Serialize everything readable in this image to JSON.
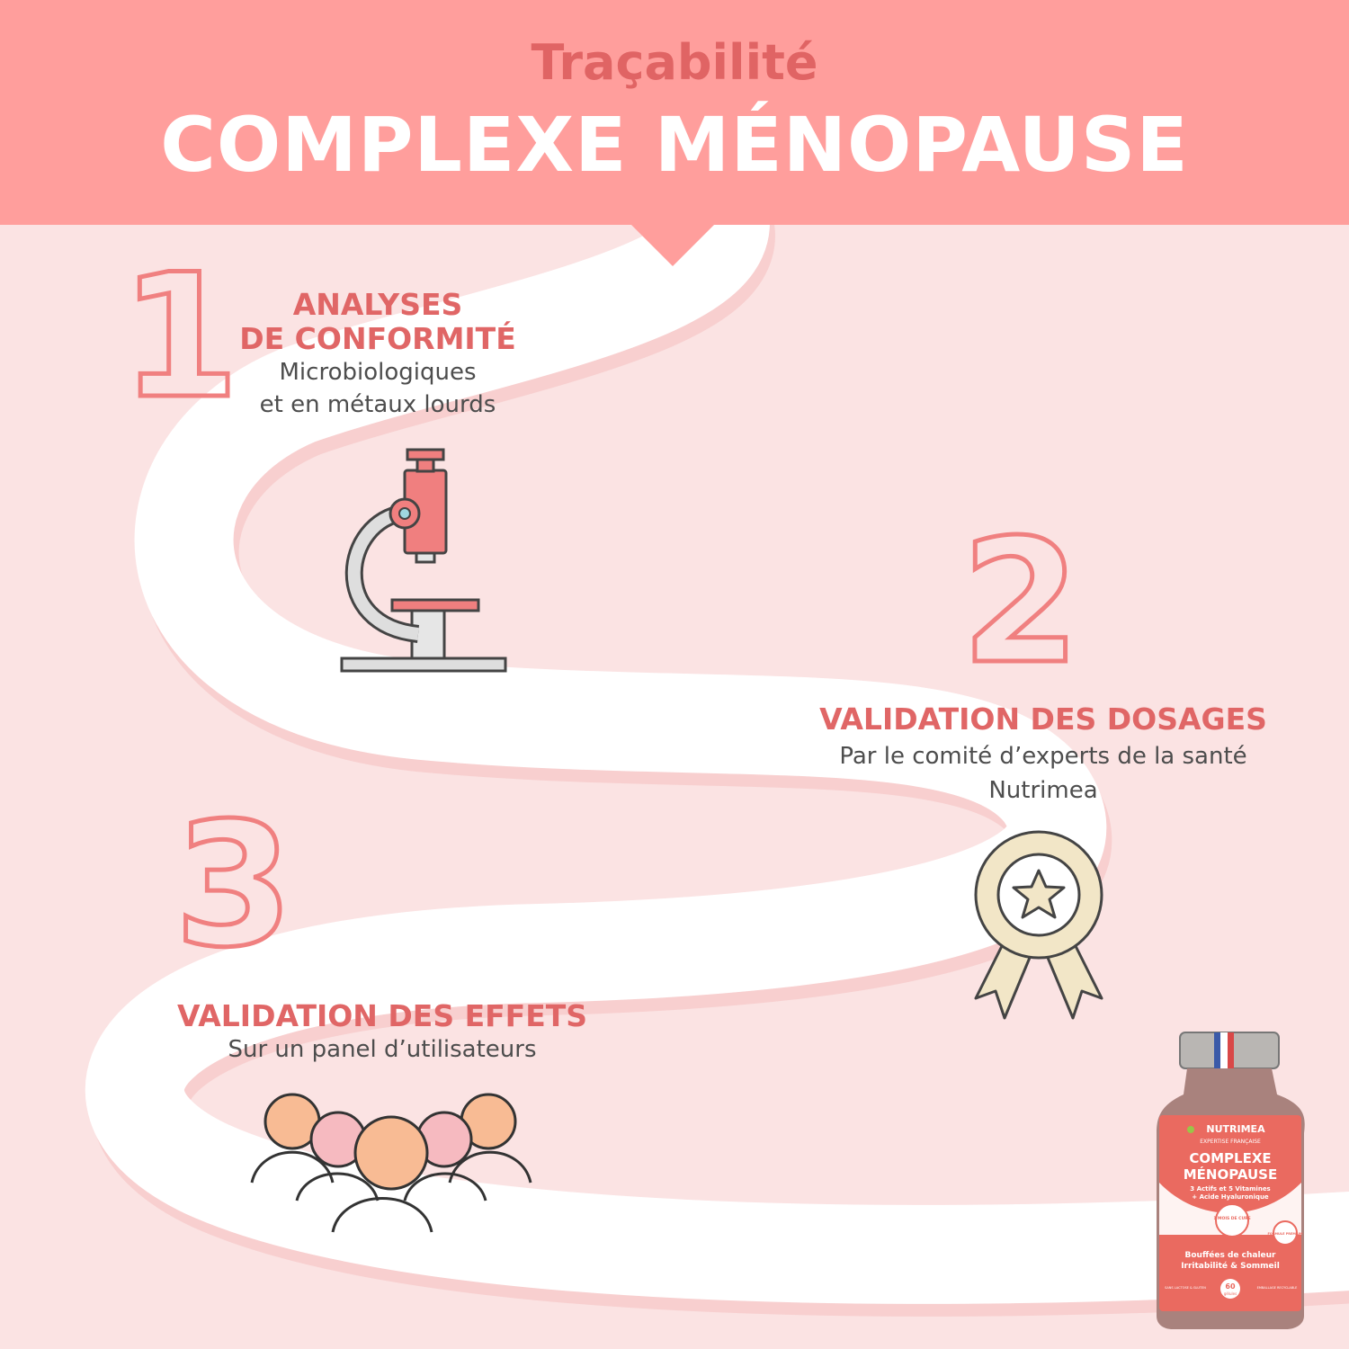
{
  "header": {
    "kicker": "Traçabilité",
    "title": "COMPLEXE MÉNOPAUSE"
  },
  "steps": [
    {
      "number": "1",
      "title_line1": "ANALYSES",
      "title_line2": "DE CONFORMITÉ",
      "desc_line1": "Microbiologiques",
      "desc_line2": "et en métaux lourds",
      "icon": "microscope-icon"
    },
    {
      "number": "2",
      "title": "VALIDATION DES DOSAGES",
      "desc_line1": "Par le comité d’experts de la santé",
      "desc_line2": "Nutrimea",
      "icon": "award-ribbon-icon"
    },
    {
      "number": "3",
      "title": "VALIDATION DES EFFETS",
      "desc": "Sur un panel d’utilisateurs",
      "icon": "user-group-icon"
    }
  ],
  "product": {
    "brand": "NUTRIMEA",
    "tagline": "EXPERTISE FRANÇAISE",
    "name_line1": "COMPLEXE",
    "name_line2": "MÉNOPAUSE",
    "sub_line1": "3 Actifs et 5 Vitamines",
    "sub_line2": "+ Acide Hyaluronique",
    "badge_cure": "1 MOIS DE CURE",
    "badge_formula": "FORMULE PREMIUM",
    "benefit_line1": "Bouffées de chaleur",
    "benefit_line2": "Irritabilité & Sommeil",
    "footer_left": "SANS LACTOSE & GLUTEN",
    "count": "60",
    "count_unit": "gélules",
    "footer_right": "EMBALLAGE RECYCLABLE"
  },
  "colors": {
    "header": "#ff9e9c",
    "background": "#fbe3e3",
    "accent": "#e06666",
    "path": "#ffffff"
  }
}
